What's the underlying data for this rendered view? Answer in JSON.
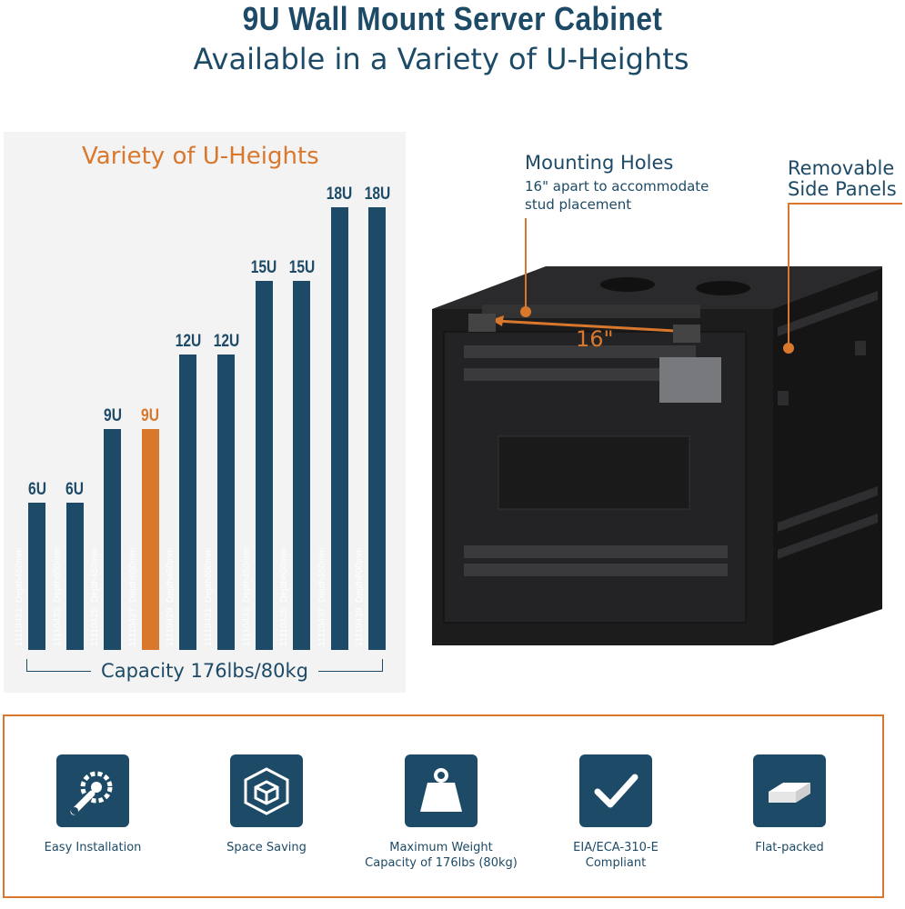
{
  "header": {
    "title": "9U Wall Mount Server Cabinet",
    "subtitle": "Available in a Variety of U-Heights"
  },
  "colors": {
    "navy": "#1d4a66",
    "orange": "#d9782d",
    "panel": "#f3f3f4"
  },
  "chart_data": {
    "type": "bar",
    "title": "Variety of U-Heights",
    "categories": [
      "11110421",
      "11110423",
      "11110425",
      "11110427",
      "11110429",
      "11110431",
      "11110433",
      "11110435",
      "11110437",
      "11110439"
    ],
    "depths": [
      "Depth450mm",
      "Depth600mm",
      "Depth450mm",
      "Depth600mm",
      "Depth450mm",
      "Depth600mm",
      "Depth450mm",
      "Depth600mm",
      "Depth450mm",
      "Depth600mm"
    ],
    "labels": [
      "6U",
      "6U",
      "9U",
      "9U",
      "12U",
      "12U",
      "15U",
      "15U",
      "18U",
      "18U"
    ],
    "values": [
      6,
      6,
      9,
      9,
      12,
      12,
      15,
      15,
      18,
      18
    ],
    "highlight_index": 3,
    "ylim": [
      0,
      18
    ]
  },
  "capacity": "Capacity 176lbs/80kg",
  "annotations": {
    "mounting_title": "Mounting Holes",
    "mounting_sub1": "16\" apart to accommodate",
    "mounting_sub2": "stud placement",
    "panels_line1": "Removable",
    "panels_line2": "Side Panels",
    "dimension": "16\""
  },
  "features": [
    {
      "icon": "gear-wrench-icon",
      "label": "Easy Installation"
    },
    {
      "icon": "cube-icon",
      "label": "Space Saving"
    },
    {
      "icon": "weight-icon",
      "label": "Maximum Weight\nCapacity of 176lbs (80kg)"
    },
    {
      "icon": "checkmark-icon",
      "label": "EIA/ECA-310-E\nCompliant"
    },
    {
      "icon": "flat-box-icon",
      "label": "Flat-packed"
    }
  ]
}
